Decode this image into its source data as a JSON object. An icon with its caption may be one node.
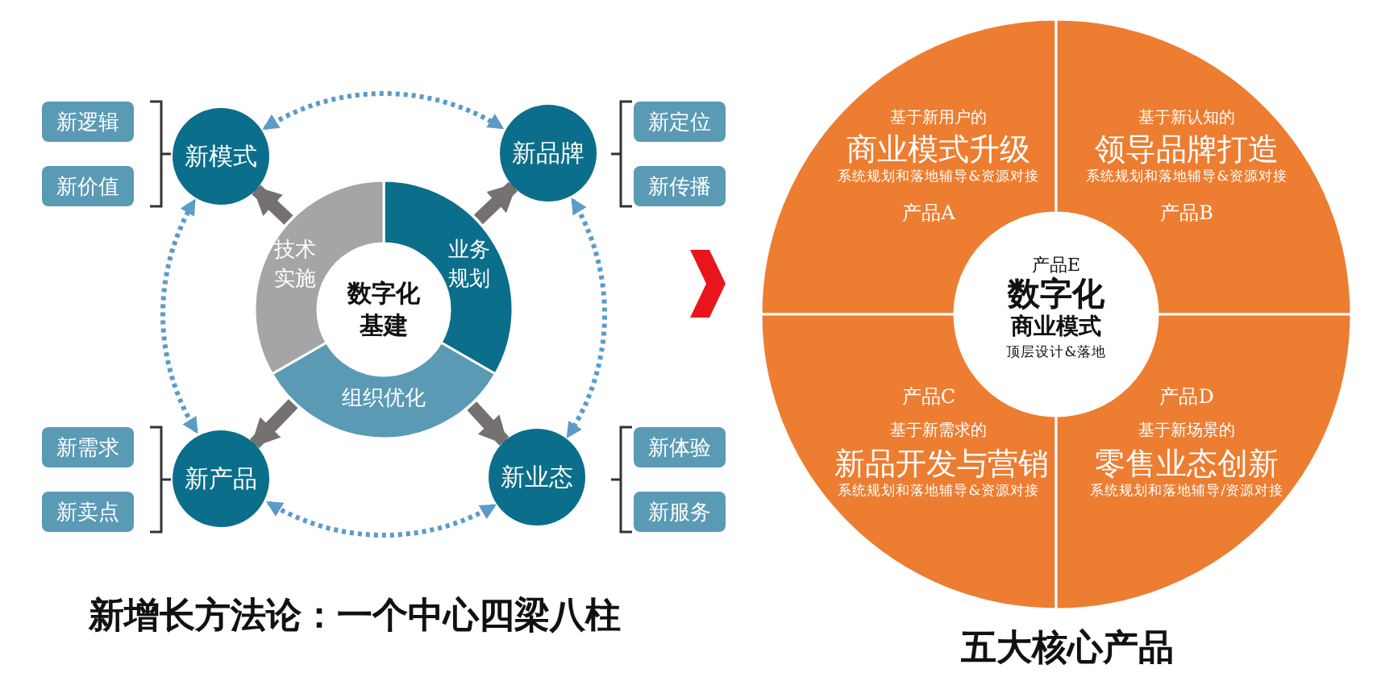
{
  "diagram": {
    "nodes": [
      {
        "text": [
          "数字化基建"
        ]
      },
      {
        "text": [
          "业务规划"
        ]
      },
      {
        "text": [
          "组织优化"
        ]
      },
      {
        "text": [
          "技术实施"
        ]
      },
      {
        "text": [
          "新模式"
        ]
      },
      {
        "text": [
          "新品牌"
        ]
      },
      {
        "text": [
          "新产品"
        ]
      },
      {
        "text": [
          "新业态"
        ]
      },
      {
        "text": [
          "新逻辑"
        ]
      },
      {
        "text": [
          "新价值"
        ]
      },
      {
        "text": [
          "新定位"
        ]
      },
      {
        "text": [
          "新传播"
        ]
      },
      {
        "text": [
          "新需求"
        ]
      },
      {
        "text": [
          "新卖点"
        ]
      },
      {
        "text": [
          "新体验"
        ]
      },
      {
        "text": [
          "新服务"
        ]
      },
      {
        "text": [
          "基于新用户的",
          "商业模式升级",
          "系统规划和落地辅导&资源对接",
          "产品A"
        ]
      },
      {
        "text": [
          "基于新认知的",
          "领导品牌打造",
          "系统规划和落地辅导&资源对接",
          "产品B"
        ]
      },
      {
        "text": [
          "产品C",
          "基于新需求的",
          "新品开发与营销",
          "系统规划和落地辅导&资源对接"
        ]
      },
      {
        "text": [
          "产品D",
          "基于新场景的",
          "零售业态创新",
          "系统规划和落地辅导/资源对接"
        ]
      },
      {
        "text": [
          "产品E",
          "数字化",
          "商业模式",
          "顶层设计&落地"
        ]
      }
    ],
    "edges": [
      {
        "from": 4,
        "to": 5,
        "arrow": "both",
        "style": "dashed",
        "color": "#5b9bc8"
      },
      {
        "from": 5,
        "to": 7,
        "arrow": "both",
        "style": "dashed",
        "color": "#5b9bc8"
      },
      {
        "from": 7,
        "to": 6,
        "arrow": "both",
        "style": "dashed",
        "color": "#5b9bc8"
      },
      {
        "from": 6,
        "to": 4,
        "arrow": "both",
        "style": "dashed",
        "color": "#5b9bc8"
      },
      {
        "from": 3,
        "to": 4,
        "arrow": "to",
        "style": "thick",
        "color": "#767171"
      },
      {
        "from": 1,
        "to": 5,
        "arrow": "to",
        "style": "thick",
        "color": "#767171"
      },
      {
        "from": 2,
        "to": 6,
        "arrow": "to",
        "style": "thick",
        "color": "#767171"
      },
      {
        "from": 2,
        "to": 7,
        "arrow": "to",
        "style": "thick",
        "color": "#767171"
      }
    ],
    "labels": [
      "新增长方法论：一个中心四梁八柱",
      "五大核心产品"
    ]
  }
}
